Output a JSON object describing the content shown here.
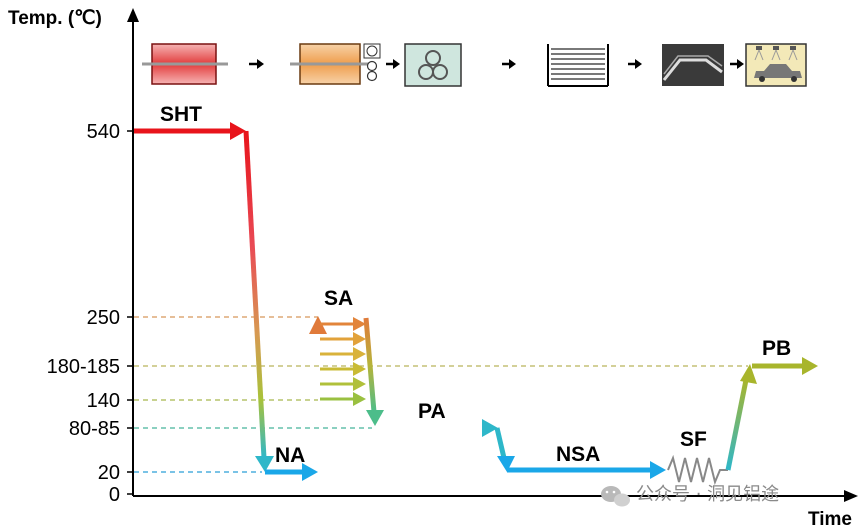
{
  "axes": {
    "y_title": "Temp. (℃)",
    "x_title": "Time"
  },
  "y_ticks": [
    "540",
    "250",
    "180-185",
    "140",
    "80-85",
    "20",
    "0"
  ],
  "stages": {
    "sht": "SHT",
    "na": "NA",
    "sa": "SA",
    "pa": "PA",
    "nsa": "NSA",
    "sf": "SF",
    "pb": "PB"
  },
  "process_icons": [
    "furnace-icon",
    "quench-fan-icon",
    "coil-icon",
    "stacked-sheets-icon",
    "forming-die-icon",
    "paint-booth-icon"
  ],
  "colors": {
    "hot": "#e8141b",
    "warm": "#e9a14a",
    "mid": "#b3c13c",
    "cool": "#2eb7c9",
    "cold": "#1aa7e8",
    "pb": "#a8b52c"
  },
  "watermark": "公众号 · 洞见铝途"
}
